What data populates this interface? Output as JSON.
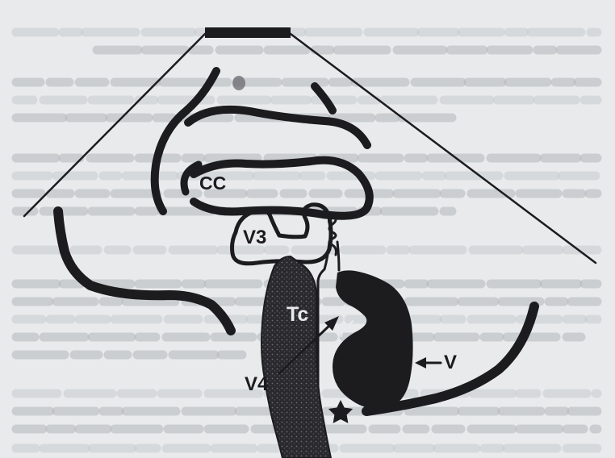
{
  "diagram": {
    "labels": {
      "cc": "CC",
      "v3": "V3",
      "tc": "Tc",
      "v4": "V4",
      "v": "V"
    },
    "colors": {
      "ink": "#1c1c1f",
      "paper": "#e9eaec",
      "background_text": "#b3b6bc"
    },
    "markers": {
      "star_icon": "star-icon",
      "probe_icon": "probe-bar-icon"
    }
  }
}
